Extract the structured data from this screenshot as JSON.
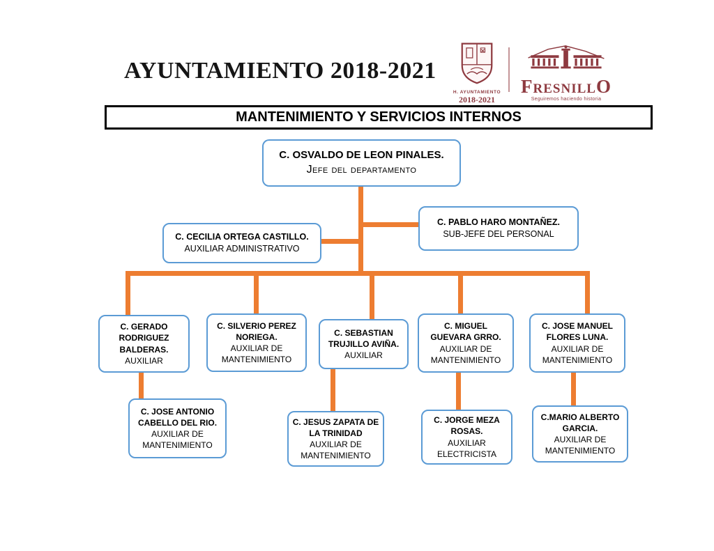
{
  "header": {
    "title": "AYUNTAMIENTO 2018-2021",
    "seal_caption": "H. AYUNTAMIENTO",
    "seal_years": "2018-2021",
    "brand_name": "FresnillO",
    "brand_tagline": "Seguiremos haciendo historia"
  },
  "banner": {
    "title": "MANTENIMIENTO Y SERVICIOS INTERNOS"
  },
  "colors": {
    "maroon": "#8e3a40",
    "box_border_blue": "#5b9bd5",
    "connector_orange": "#ed7d31",
    "banner_border": "#000000"
  },
  "org": {
    "nodes": {
      "jefe": {
        "name": "C. OSVALDO DE LEON PINALES.",
        "role": "Jefe del departamento"
      },
      "subjefe": {
        "name": "C. PABLO HARO MONTAÑEZ.",
        "role": "SUB-JEFE DEL PERSONAL"
      },
      "aux_admin": {
        "name": "C. CECILIA ORTEGA CASTILLO.",
        "role": "AUXILIAR ADMINISTRATIVO"
      },
      "gerado": {
        "name": "C. GERADO RODRIGUEZ BALDERAS.",
        "role": "AUXILIAR"
      },
      "silverio": {
        "name": "C. SILVERIO PEREZ NORIEGA.",
        "role": "AUXILIAR DE MANTENIMIENTO"
      },
      "sebastian": {
        "name": "C. SEBASTIAN TRUJILLO AVIÑA.",
        "role": "AUXILIAR"
      },
      "miguel": {
        "name": "C. MIGUEL GUEVARA GRRO.",
        "role": "AUXILIAR DE MANTENIMIENTO"
      },
      "jose_manuel": {
        "name": "C. JOSE MANUEL FLORES LUNA.",
        "role": "AUXILIAR DE MANTENIMIENTO"
      },
      "jose_antonio": {
        "name": "C. JOSE ANTONIO CABELLO DEL RIO.",
        "role": "AUXILIAR DE MANTENIMIENTO"
      },
      "jesus": {
        "name": "C. JESUS ZAPATA DE LA TRINIDAD",
        "role": "AUXILIAR DE MANTENIMIENTO"
      },
      "jorge": {
        "name": "C. JORGE MEZA ROSAS.",
        "role": "AUXILIAR ELECTRICISTA"
      },
      "mario": {
        "name": "C.MARIO ALBERTO GARCIA.",
        "role": "AUXILIAR DE MANTENIMIENTO"
      }
    }
  }
}
